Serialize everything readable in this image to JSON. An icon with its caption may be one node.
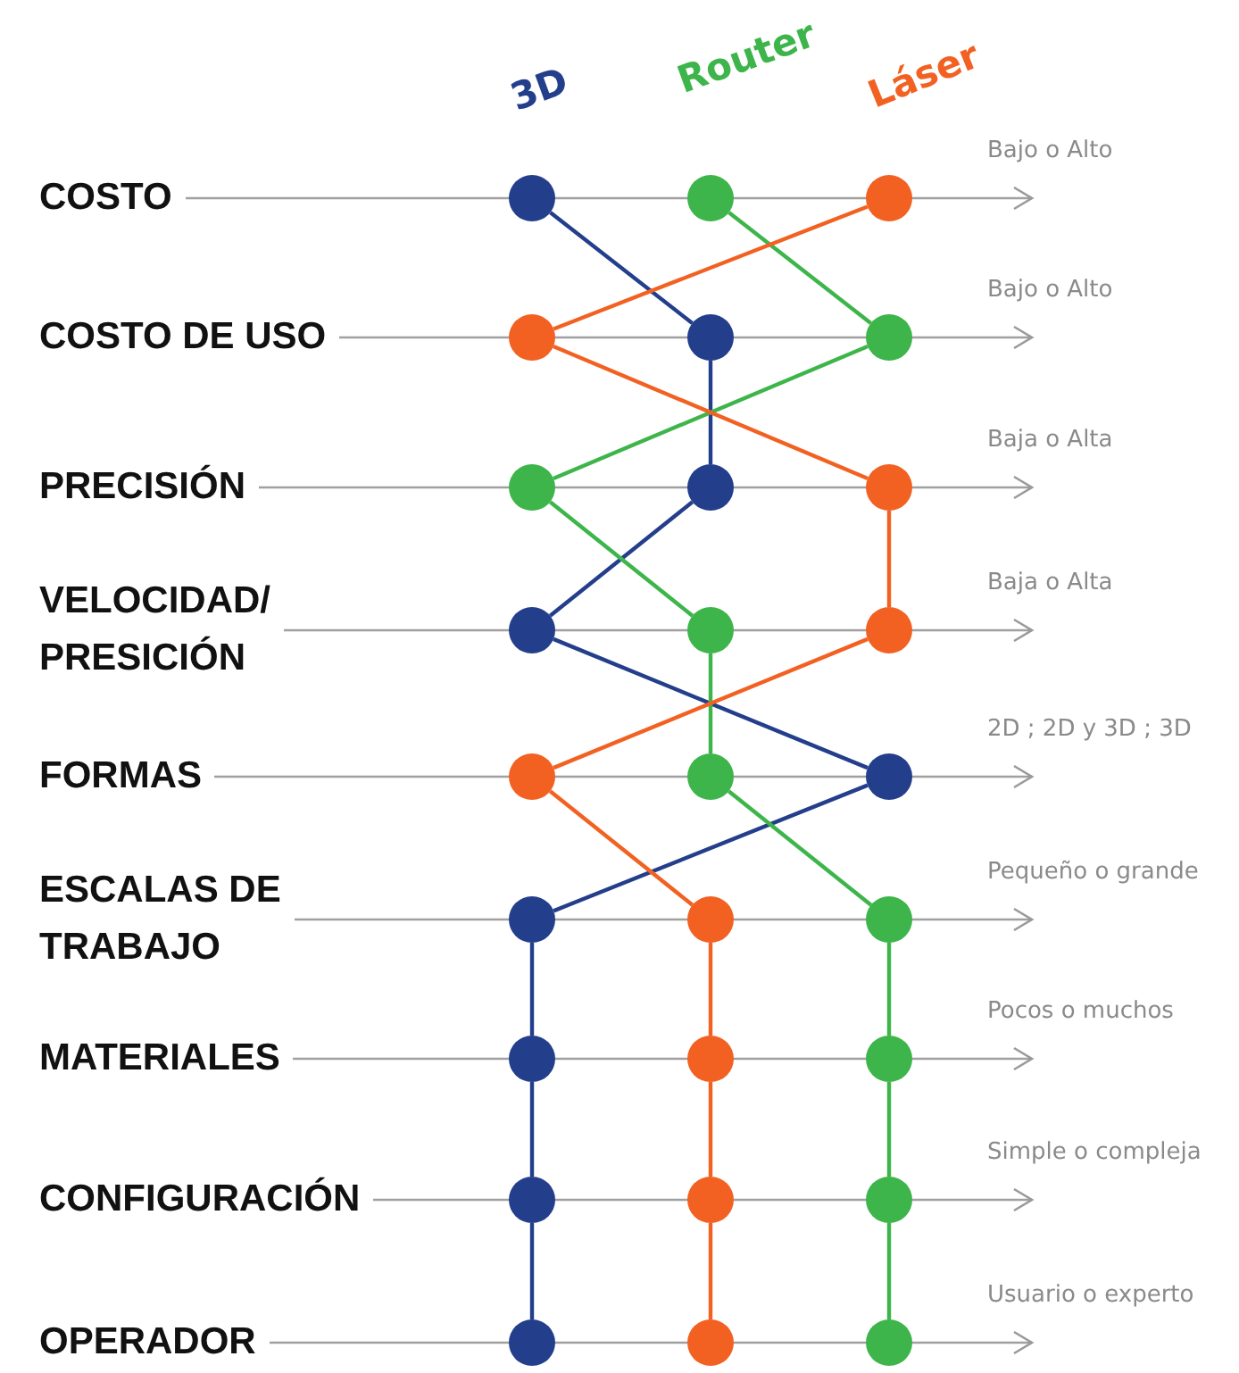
{
  "diagram": {
    "nodes": [
      {
        "text": [
          "COSTO"
        ]
      },
      {
        "text": [],
        "shape": "circle"
      },
      {
        "text": [],
        "shape": "circle"
      },
      {
        "text": [],
        "shape": "circle"
      },
      {
        "text": [
          "COSTO DE USO"
        ]
      },
      {
        "text": [],
        "shape": "circle"
      },
      {
        "text": [],
        "shape": "circle"
      },
      {
        "text": [],
        "shape": "circle"
      },
      {
        "text": [
          "PRECISIÓN"
        ]
      },
      {
        "text": [],
        "shape": "circle"
      },
      {
        "text": [],
        "shape": "circle"
      },
      {
        "text": [],
        "shape": "circle"
      },
      {
        "text": [
          "VELOCIDAD/ PRESICIÓN"
        ]
      },
      {
        "text": [],
        "shape": "circle"
      },
      {
        "text": [],
        "shape": "circle"
      },
      {
        "text": [],
        "shape": "circle"
      },
      {
        "text": [
          "FORMAS"
        ]
      },
      {
        "text": [],
        "shape": "circle"
      },
      {
        "text": [],
        "shape": "circle"
      },
      {
        "text": [],
        "shape": "circle"
      },
      {
        "text": [
          "ESCALAS DE TRABAJO"
        ]
      },
      {
        "text": [],
        "shape": "circle"
      },
      {
        "text": [],
        "shape": "circle"
      },
      {
        "text": [],
        "shape": "circle"
      },
      {
        "text": [
          "MATERIALES"
        ]
      },
      {
        "text": [],
        "shape": "circle"
      },
      {
        "text": [],
        "shape": "circle"
      },
      {
        "text": [],
        "shape": "circle"
      },
      {
        "text": [
          "CONFIGURACIÓN"
        ]
      },
      {
        "text": [],
        "shape": "circle"
      },
      {
        "text": [],
        "shape": "circle"
      },
      {
        "text": [],
        "shape": "circle"
      },
      {
        "text": [
          "OPERADOR"
        ]
      },
      {
        "text": [],
        "shape": "circle"
      },
      {
        "text": [],
        "shape": "circle"
      },
      {
        "text": [],
        "shape": "circle"
      }
    ],
    "edges": [
      {
        "from": 0,
        "to": null,
        "arrow": "to"
      },
      {
        "from": 4,
        "to": null,
        "arrow": "to"
      },
      {
        "from": 8,
        "to": null,
        "arrow": "to"
      },
      {
        "from": 12,
        "to": null,
        "arrow": "to"
      },
      {
        "from": 16,
        "to": null,
        "arrow": "to"
      },
      {
        "from": 20,
        "to": null,
        "arrow": "to"
      },
      {
        "from": 24,
        "to": null,
        "arrow": "to"
      },
      {
        "from": 28,
        "to": null,
        "arrow": "to"
      },
      {
        "from": 32,
        "to": null,
        "arrow": "to"
      },
      {
        "from": 1,
        "to": 6,
        "arrow": "none",
        "color": "#233e8b"
      },
      {
        "from": 6,
        "to": 10,
        "arrow": "none",
        "color": "#233e8b"
      },
      {
        "from": 10,
        "to": 13,
        "arrow": "none",
        "color": "#233e8b"
      },
      {
        "from": 13,
        "to": 19,
        "arrow": "none",
        "color": "#233e8b"
      },
      {
        "from": 19,
        "to": 21,
        "arrow": "none",
        "color": "#233e8b"
      },
      {
        "from": 21,
        "to": 25,
        "arrow": "none",
        "color": "#233e8b"
      },
      {
        "from": 25,
        "to": 29,
        "arrow": "none",
        "color": "#233e8b"
      },
      {
        "from": 29,
        "to": 33,
        "arrow": "none",
        "color": "#233e8b"
      },
      {
        "from": 2,
        "to": 7,
        "arrow": "none",
        "color": "#3db54a"
      },
      {
        "from": 7,
        "to": 9,
        "arrow": "none",
        "color": "#3db54a"
      },
      {
        "from": 9,
        "to": 14,
        "arrow": "none",
        "color": "#3db54a"
      },
      {
        "from": 14,
        "to": 18,
        "arrow": "none",
        "color": "#3db54a"
      },
      {
        "from": 18,
        "to": 23,
        "arrow": "none",
        "color": "#3db54a"
      },
      {
        "from": 23,
        "to": 27,
        "arrow": "none",
        "color": "#3db54a"
      },
      {
        "from": 27,
        "to": 31,
        "arrow": "none",
        "color": "#3db54a"
      },
      {
        "from": 31,
        "to": 35,
        "arrow": "none",
        "color": "#3db54a"
      },
      {
        "from": 3,
        "to": 5,
        "arrow": "none",
        "color": "#f26122"
      },
      {
        "from": 5,
        "to": 11,
        "arrow": "none",
        "color": "#f26122"
      },
      {
        "from": 11,
        "to": 15,
        "arrow": "none",
        "color": "#f26122"
      },
      {
        "from": 15,
        "to": 17,
        "arrow": "none",
        "color": "#f26122"
      },
      {
        "from": 17,
        "to": 22,
        "arrow": "none",
        "color": "#f26122"
      },
      {
        "from": 22,
        "to": 26,
        "arrow": "none",
        "color": "#f26122"
      },
      {
        "from": 26,
        "to": 30,
        "arrow": "none",
        "color": "#f26122"
      },
      {
        "from": 30,
        "to": 34,
        "arrow": "none",
        "color": "#f26122"
      }
    ],
    "labels": [
      "3D",
      "Router",
      "Láser",
      "Bajo o Alto",
      "Bajo o Alto",
      "Baja o Alta",
      "Baja o Alta",
      "2D ; 2D y 3D ; 3D",
      "Pequeño o grande",
      "Pocos o muchos",
      "Simple o compleja",
      "Usuario o experto"
    ]
  }
}
